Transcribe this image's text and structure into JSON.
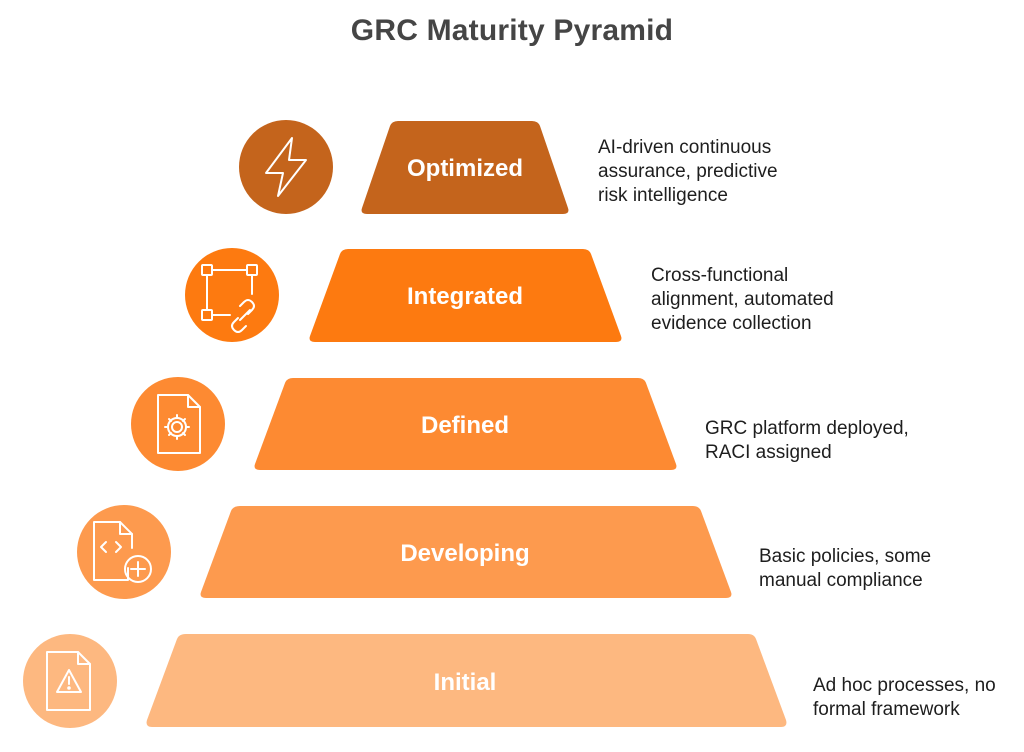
{
  "title": "GRC Maturity Pyramid",
  "colors": {
    "optimized": "#C4641C",
    "integrated": "#FD7A10",
    "defined": "#FD8A32",
    "developing": "#FD9A4E",
    "initial": "#FDB880",
    "text": "#1e1e1e",
    "title": "#454545"
  },
  "levels": [
    {
      "id": "optimized",
      "label": "Optimized",
      "icon": "lightning-bolt-icon",
      "description": [
        "AI-driven continuous",
        "assurance, predictive",
        "risk intelligence"
      ]
    },
    {
      "id": "integrated",
      "label": "Integrated",
      "icon": "connected-nodes-link-icon",
      "description": [
        "Cross-functional",
        "alignment, automated",
        "evidence collection"
      ]
    },
    {
      "id": "defined",
      "label": "Defined",
      "icon": "document-gear-icon",
      "description": [
        "GRC platform deployed,",
        "RACI assigned"
      ]
    },
    {
      "id": "developing",
      "label": "Developing",
      "icon": "code-file-plus-icon",
      "description": [
        "Basic policies, some",
        "manual compliance"
      ]
    },
    {
      "id": "initial",
      "label": "Initial",
      "icon": "document-warning-icon",
      "description": [
        "Ad hoc processes, no",
        "formal framework"
      ]
    }
  ]
}
